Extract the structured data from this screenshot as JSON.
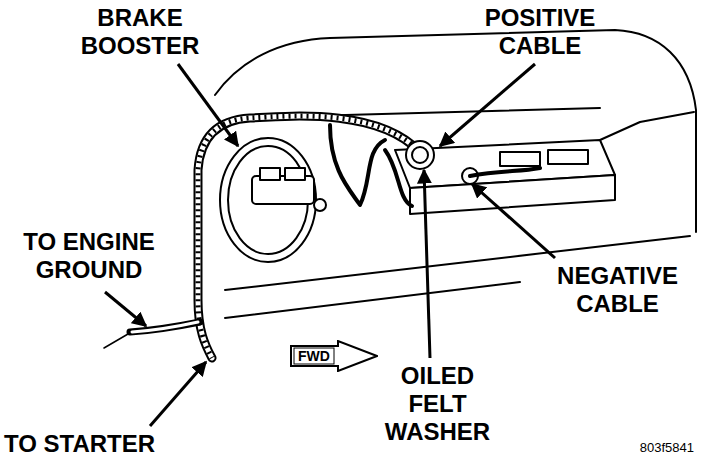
{
  "diagram": {
    "nodes": [
      {
        "text": [
          "FWD"
        ]
      }
    ],
    "labels": [
      "BRAKE BOOSTER",
      "POSITIVE CABLE",
      "TO ENGINE GROUND",
      "NEGATIVE CABLE",
      "OILED FELT WASHER",
      "TO STARTER",
      "803f5841"
    ]
  }
}
